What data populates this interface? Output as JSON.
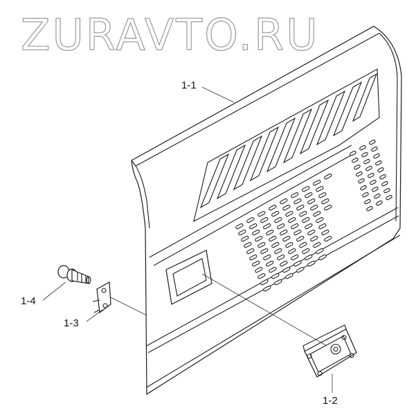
{
  "watermark": "ZURAVTO.RU",
  "labels": {
    "part_1_1": "1-1",
    "part_1_2": "1-2",
    "part_1_3": "1-3",
    "part_1_4": "1-4"
  },
  "colors": {
    "line": "#1a1a1a",
    "watermark": "#9a9a9a",
    "background": "#ffffff"
  }
}
